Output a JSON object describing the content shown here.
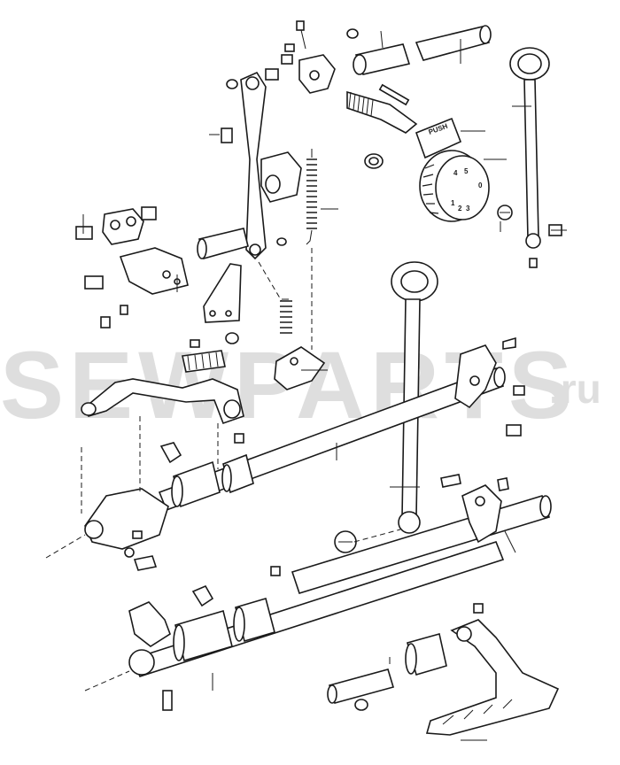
{
  "watermark": {
    "text": "SEWPARTS",
    "suffix": ".ru"
  },
  "dial": {
    "push_label": "PUSH",
    "scale": [
      "1",
      "2",
      "3",
      "4",
      "5",
      "0"
    ]
  },
  "palette": {
    "line": "#1a1a1a",
    "fill": "#ffffff",
    "watermark": "#dedede"
  }
}
